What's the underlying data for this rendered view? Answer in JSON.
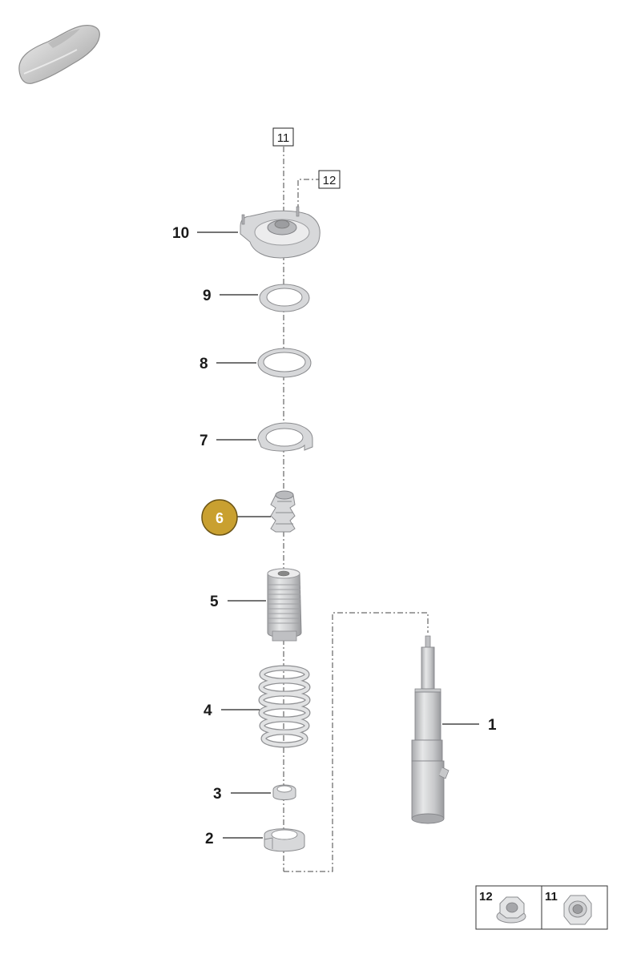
{
  "colors": {
    "highlight_fill": "#c9a030",
    "highlight_stroke": "#6b5416",
    "part_fill": "#d7d8da",
    "part_stroke": "#8a8b8e",
    "line": "#222222"
  },
  "icons": {
    "vehicle": "car-silhouette-icon",
    "nut_12": "flange-nut-icon",
    "nut_11": "hex-nut-icon"
  },
  "callouts": {
    "p1": "1",
    "p2": "2",
    "p3": "3",
    "p4": "4",
    "p5": "5",
    "p6": "6",
    "p7": "7",
    "p8": "8",
    "p9": "9",
    "p10": "10"
  },
  "reference_boxes": {
    "top": "11",
    "side": "12"
  },
  "fastener_legend": {
    "left_label": "12",
    "right_label": "11"
  },
  "selected_part": "6"
}
